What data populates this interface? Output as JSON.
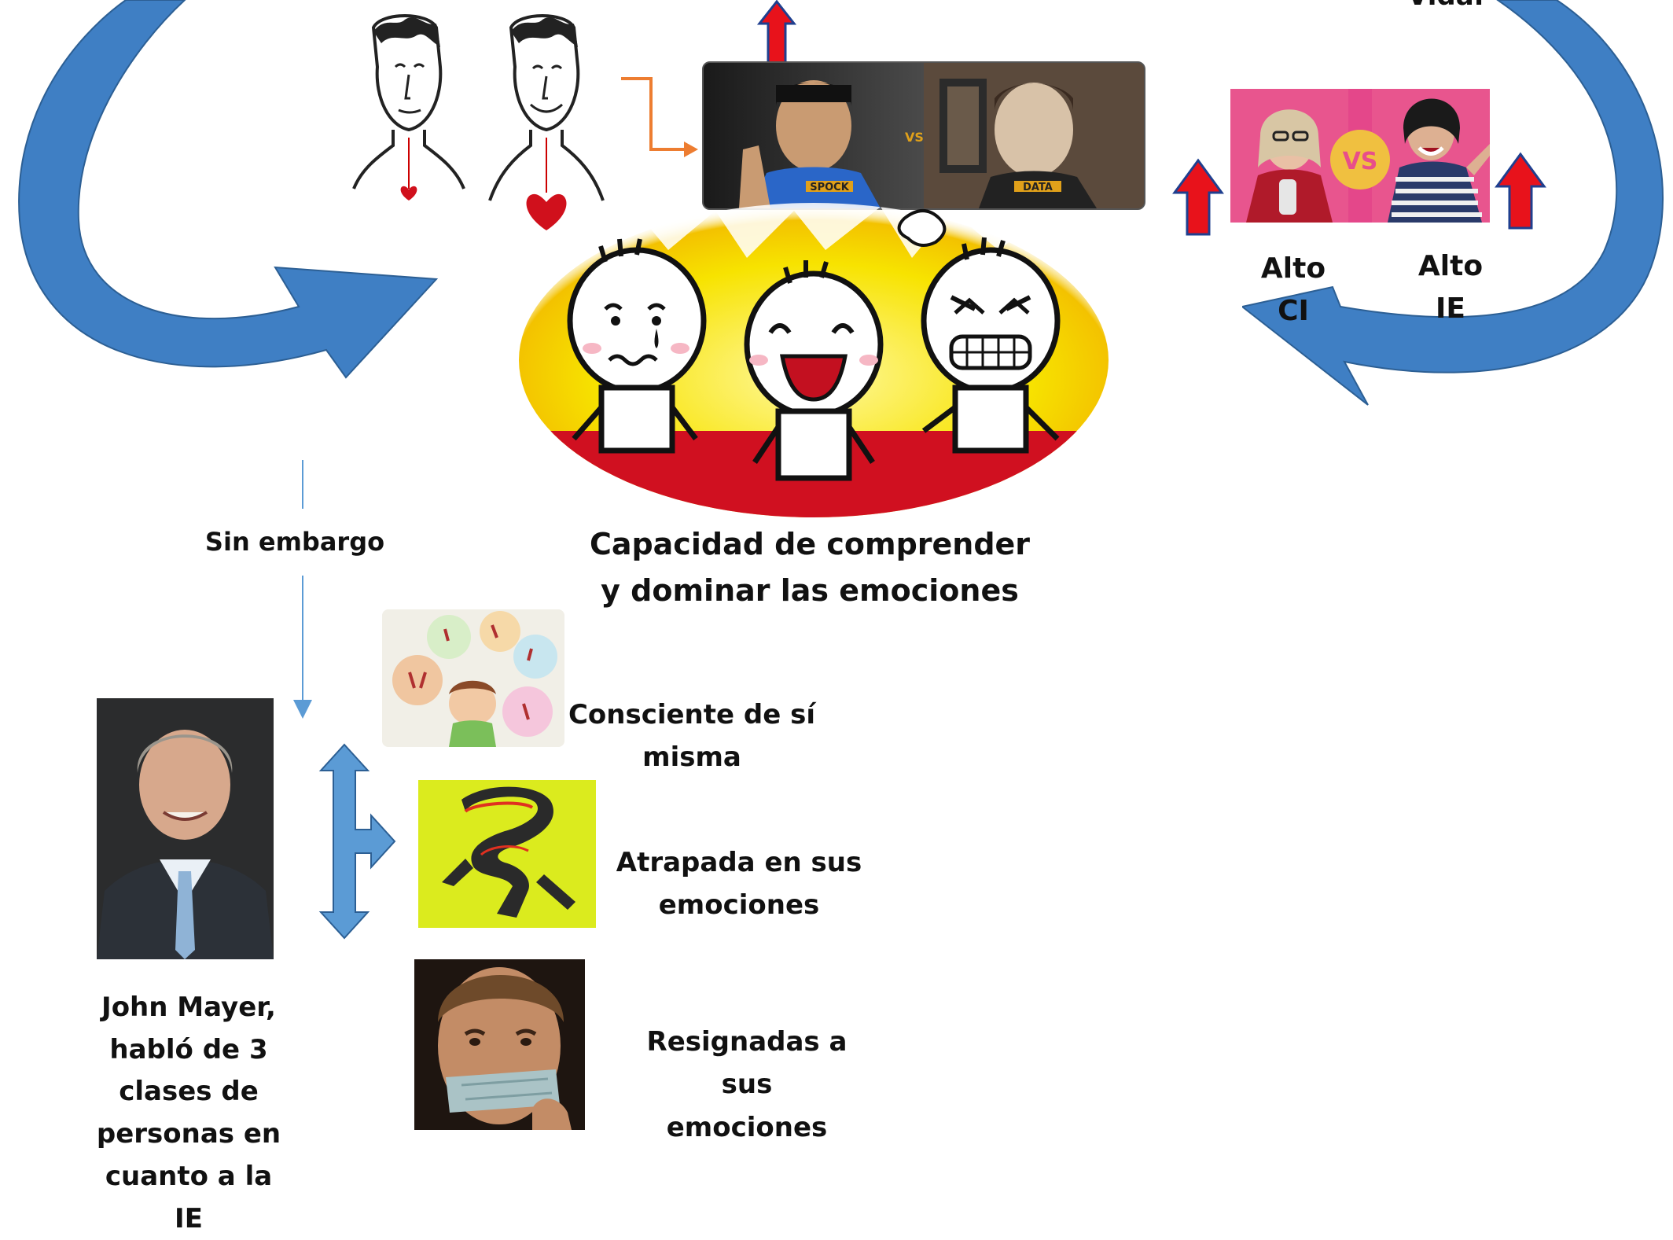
{
  "labels": {
    "top_right_partial": "Vida.",
    "alto_ci": "Alto CI",
    "alto_ie": "Alto IE",
    "sin_embargo": "Sin embargo",
    "center_caption_line1": "Capacidad de comprender",
    "center_caption_line2": "y dominar las emociones",
    "consciente_line1": "Consciente de sí",
    "consciente_line2": "misma",
    "atrapada_line1": "Atrapada en sus",
    "atrapada_line2": "emociones",
    "resignadas_line1": "Resignadas a sus",
    "resignadas_line2": "emociones",
    "mayer_line1": "John Mayer,",
    "mayer_line2": "habló de 3",
    "mayer_line3": "clases de",
    "mayer_line4": "personas en",
    "mayer_line5": "cuanto a la",
    "mayer_line6": "IE"
  },
  "image_text": {
    "spock": "SPOCK",
    "data": "DATA",
    "vs": "VS",
    "vs_pink": "VS"
  },
  "colors": {
    "big_arrow": "#3f7fc4",
    "big_arrow_edge": "#2c5f94",
    "thin_arrow": "#5b9bd5",
    "orange_connector": "#ed7d31",
    "red_arrow": "#e8121b",
    "red_arrow_edge": "#1f3f8f"
  },
  "icons": {
    "up_arrow": "red-up-arrow-icon",
    "heart": "heart-icon"
  }
}
